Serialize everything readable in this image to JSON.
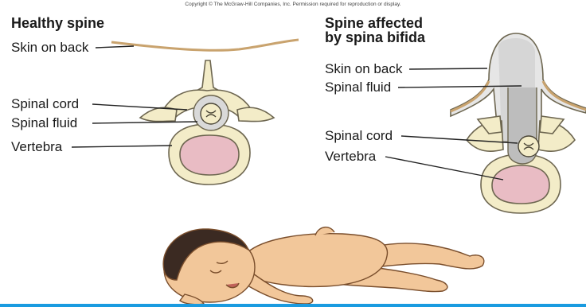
{
  "copyright": "Copyright © The McGraw-Hill Companies, Inc. Permission required for reproduction or display.",
  "healthy": {
    "title": "Healthy spine",
    "labels": {
      "skin": "Skin on back",
      "cord": "Spinal cord",
      "fluid": "Spinal fluid",
      "vertebra": "Vertebra"
    }
  },
  "bifida": {
    "title_line1": "Spine affected",
    "title_line2": "by spina bifida",
    "labels": {
      "skin": "Skin on back",
      "fluid": "Spinal fluid",
      "cord": "Spinal cord",
      "vertebra": "Vertebra"
    }
  },
  "colors": {
    "accent_bar": "#1a9be0",
    "bone": "#f3ecc8",
    "bone_shadow": "#d8cc9a",
    "body_pink": "#e9bcc4",
    "skin": "#f2c79a",
    "fluid_sac": "#e6e6e6"
  }
}
